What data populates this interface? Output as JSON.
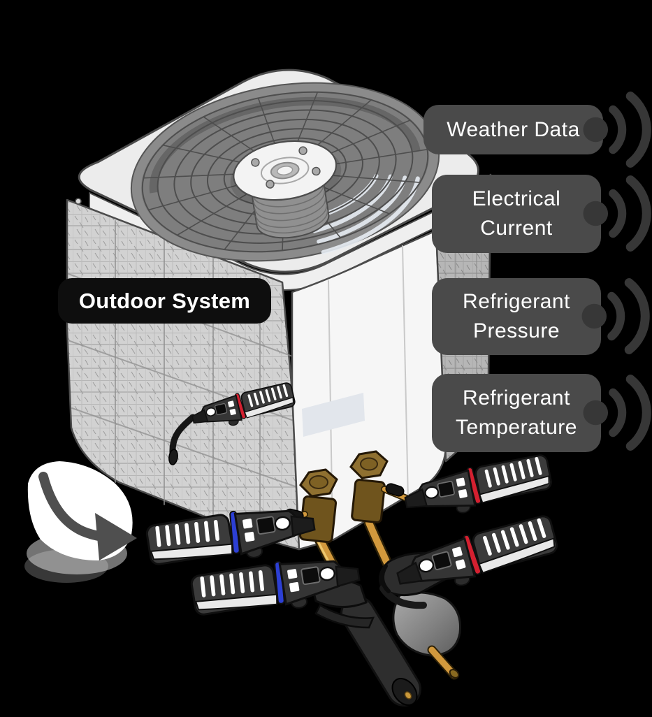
{
  "title": {
    "label": "Outdoor System"
  },
  "callouts": [
    {
      "id": "weather-data",
      "line1": "Weather Data",
      "line2": "",
      "icon": "wireless-signal-icon"
    },
    {
      "id": "electrical-current",
      "line1": "Electrical",
      "line2": "Current",
      "icon": "wireless-signal-icon"
    },
    {
      "id": "refrigerant-pressure",
      "line1": "Refrigerant",
      "line2": "Pressure",
      "icon": "wireless-signal-icon"
    },
    {
      "id": "refrigerant-temperature",
      "line1": "Refrigerant",
      "line2": "Temperature",
      "icon": "wireless-signal-icon"
    }
  ],
  "colors": {
    "background": "#000000",
    "label_bg": "#4a4a4a",
    "label_text": "#ffffff",
    "title_bg": "#0e0e0e",
    "title_text": "#ffffff",
    "signal_icon": "#373737",
    "arrow": "#4f4f4f",
    "sensor_band_blue": "#2c3fd4",
    "sensor_band_red": "#d42030",
    "pipe_gold": "#d2993d",
    "valve_brass": "#8f7030",
    "unit_outline": "#4c4c4c"
  },
  "illustration": {
    "name": "outdoor-hvac-condenser-with-wireless-sensors",
    "elements": [
      "condenser-fan-grille",
      "coil-fins",
      "service-valves",
      "refrigerant-pipes",
      "clamp-probes",
      "foam-insulation",
      "curved-arrow"
    ]
  }
}
